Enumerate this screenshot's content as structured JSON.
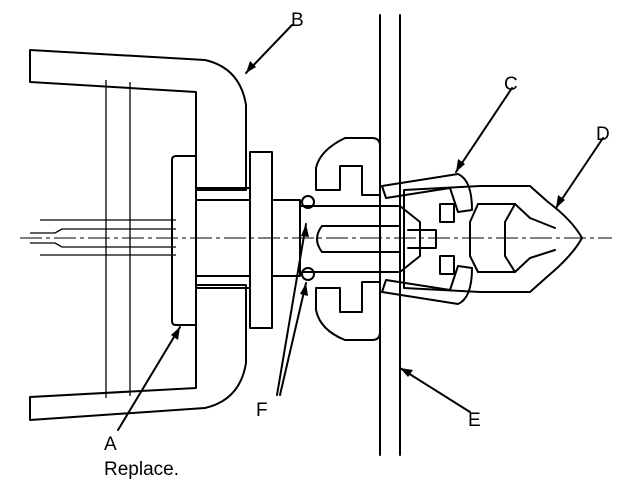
{
  "labels": {
    "a": "A",
    "a_note": "Replace.",
    "b": "B",
    "c": "C",
    "d": "D",
    "e": "E",
    "f": "F"
  },
  "colors": {
    "line": "#000000",
    "dark_part": "#5c5c5c",
    "background": "#ffffff"
  }
}
